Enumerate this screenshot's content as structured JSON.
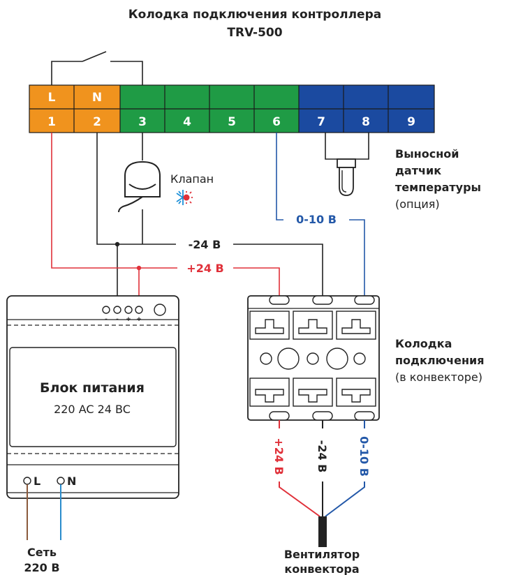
{
  "title": {
    "line1": "Колодка подключения контроллера",
    "line2": "TRV-500"
  },
  "terminal_block": {
    "tops": [
      "L",
      "N",
      "",
      "",
      "",
      "",
      "",
      "",
      ""
    ],
    "numbers": [
      "1",
      "2",
      "3",
      "4",
      "5",
      "6",
      "7",
      "8",
      "9"
    ]
  },
  "valve": {
    "label": "Клапан"
  },
  "sensor": {
    "line1": "Выносной",
    "line2": "датчик",
    "line3": "температуры",
    "line4": "(опция)"
  },
  "wires": {
    "signal": "0-10 В",
    "minus": "-24 В",
    "plus": "+24 В"
  },
  "psu": {
    "title": "Блок питания",
    "subtitle": "220 AC 24 BC",
    "terminal_signs": [
      "-",
      "-",
      "+",
      "+"
    ],
    "input_l": "L",
    "input_n": "N"
  },
  "connector": {
    "line1": "Колодка",
    "line2": "подключения",
    "line3": "(в конвекторе)"
  },
  "outputs": {
    "plus": "+24 В",
    "minus": "-24 В",
    "signal": "0-10 В"
  },
  "mains": {
    "line1": "Сеть",
    "line2": "220 В"
  },
  "fan": {
    "line1": "Вентилятор",
    "line2": "конвектора"
  },
  "colors": {
    "orange": "#f0931e",
    "green": "#1f9b45",
    "blue": "#1b4aa0",
    "red": "#e03039",
    "wire_blue": "#2358a8",
    "brown": "#8b5a3c",
    "light_blue": "#2a8ccc"
  }
}
